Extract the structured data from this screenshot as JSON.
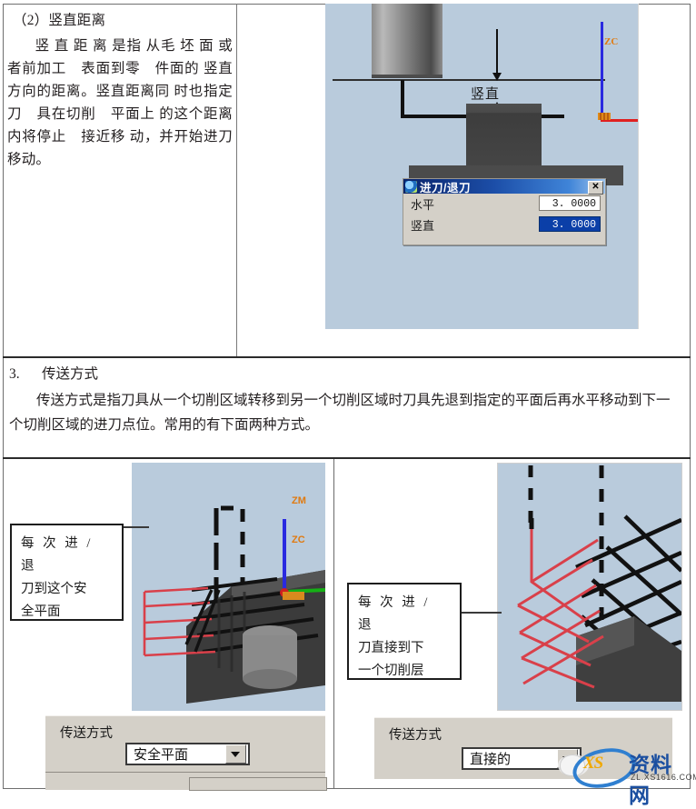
{
  "document": {
    "top_left": {
      "heading": "（2）竖直距离",
      "body": "竖 直 距 离 是指 从毛 坯 面 或者前加工　表面到零　件面的 竖直方向的距离。竖直距离同 时也指定刀　具在切削　平面上 的这个距离　内将停止　接近移 动，并开始进刀移动。"
    },
    "middle": {
      "number": "3.",
      "heading": "传送方式",
      "body": "传送方式是指刀具从一个切削区域转移到另一个切削区域时刀具先退到指定的平面后再水平移动到下一个切削区域的进刀点位。常用的有下面两种方式。"
    }
  },
  "top_illustration": {
    "vertical_label": "竖直",
    "axis_z_label": "ZC",
    "dialog": {
      "title": "进刀/退刀",
      "close_label": "✕",
      "rows": [
        {
          "label": "水平",
          "value": "3. 0000",
          "selected": false
        },
        {
          "label": "竖直",
          "value": "3. 0000",
          "selected": true
        }
      ]
    }
  },
  "bottom_left": {
    "callout": {
      "line1": "每 次 进 / 退",
      "line2": "刀到这个安",
      "line3": "全平面"
    },
    "axis_zm_label": "ZM",
    "axis_zc_label": "ZC",
    "panel": {
      "title": "传送方式",
      "selected_value": "安全平面"
    }
  },
  "bottom_right": {
    "callout": {
      "line1": "每 次 进 / 退",
      "line2": "刀直接到下",
      "line3": "一个切削层"
    },
    "panel": {
      "title": "传送方式",
      "selected_value": "直接的"
    }
  },
  "watermark": {
    "logo_text": "XS",
    "site_name": "资料网",
    "site_url": "ZL.XS1616.COM"
  },
  "colors": {
    "sky": "#b9cbdc",
    "axis_z": "#2a2ae0",
    "axis_x": "#e02020",
    "axis_label": "#e07a10",
    "toolpath": "#111111",
    "retract_red": "#d9404a",
    "selection_blue": "#0b3fa8",
    "dialog_face": "#d4d0c8"
  }
}
